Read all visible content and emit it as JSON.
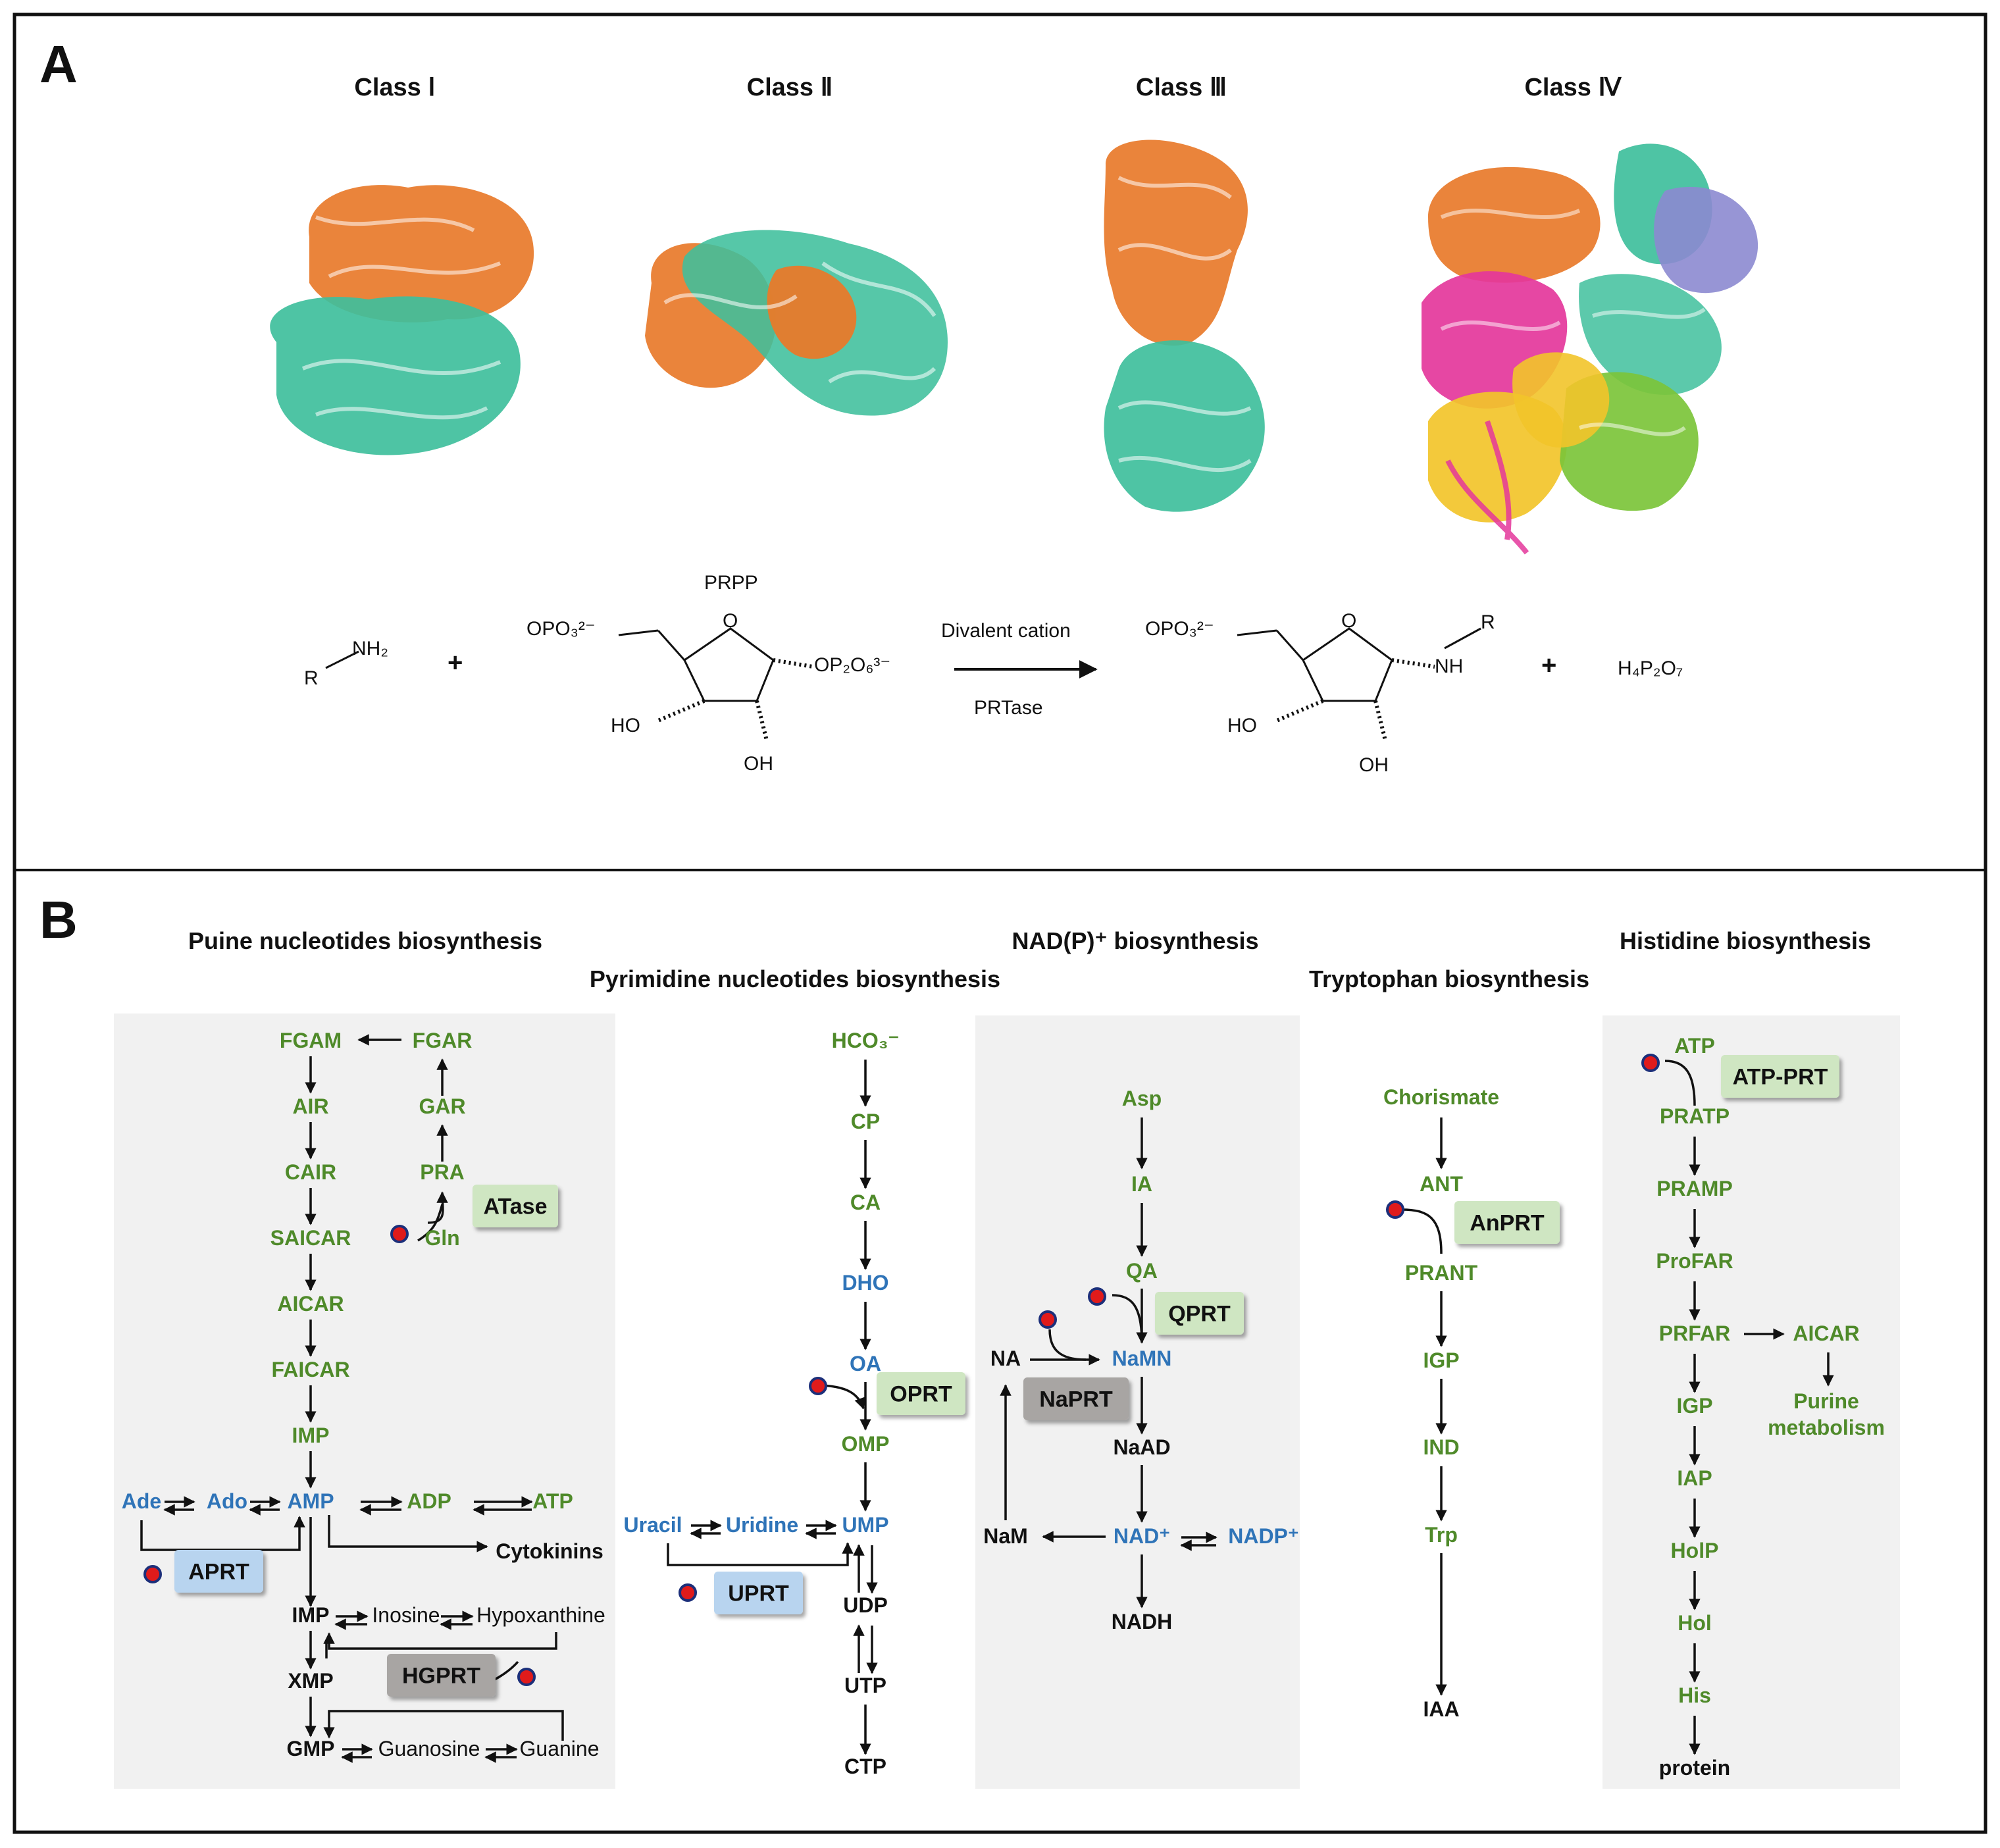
{
  "colors": {
    "green_text": "#4f8a2a",
    "blue_text": "#2f74b8",
    "dark_text": "#111111",
    "enzyme_green": "#cfe6c2",
    "enzyme_blue": "#b8d4ef",
    "enzyme_gray": "#a8a5a3",
    "panel_bg": "#f1f1f1",
    "ligand_dot": "#e01b1b",
    "protein_orange": "#e87a2a",
    "protein_teal": "#3fbf9c",
    "protein_magenta": "#e4379b",
    "protein_violet": "#8c8ad0",
    "protein_yellow": "#f2c42a",
    "protein_lime": "#7cc43a"
  },
  "panel_a": {
    "label": "A",
    "classes": [
      "Class Ⅰ",
      "Class Ⅱ",
      "Class Ⅲ",
      "Class Ⅳ"
    ],
    "reaction": {
      "amine_R": "R",
      "amine_NH2": "NH₂",
      "plus1": "+",
      "prpp_label": "PRPP",
      "opo3_1": "OPO₃²⁻",
      "ring_O_1": "O",
      "op2o6": "OP₂O₆³⁻",
      "ho_1": "HO",
      "oh_1": "OH",
      "cond_top": "Divalent cation",
      "cond_bottom": "PRTase",
      "opo3_2": "OPO₃²⁻",
      "ring_O_2": "O",
      "r2": "R",
      "nh": "NH",
      "ho_2": "HO",
      "oh_2": "OH",
      "plus2": "+",
      "pyrophosphate": "H₄P₂O₇"
    }
  },
  "panel_b": {
    "label": "B",
    "titles": {
      "purine": "Puine nucleotides biosynthesis",
      "pyrimidine": "Pyrimidine nucleotides biosynthesis",
      "nad": "NAD(P)⁺ biosynthesis",
      "tryptophan": "Tryptophan biosynthesis",
      "histidine": "Histidine biosynthesis"
    },
    "purine": {
      "fgam": "FGAM",
      "fgar": "FGAR",
      "air": "AIR",
      "gar": "GAR",
      "cair": "CAIR",
      "pra": "PRA",
      "gln": "Gln",
      "atase": "ATase",
      "saicar": "SAICAR",
      "aicar": "AICAR",
      "faicar": "FAICAR",
      "imp1": "IMP",
      "ade": "Ade",
      "ado": "Ado",
      "amp": "AMP",
      "adp": "ADP",
      "atp": "ATP",
      "cytokinins": "Cytokinins",
      "aprt": "APRT",
      "imp2": "IMP",
      "inosine": "Inosine",
      "hypoxanthine": "Hypoxanthine",
      "xmp": "XMP",
      "hgprt": "HGPRT",
      "gmp": "GMP",
      "guanosine": "Guanosine",
      "guanine": "Guanine"
    },
    "pyrimidine": {
      "hco3": "HCO₃⁻",
      "cp": "CP",
      "ca": "CA",
      "dho": "DHO",
      "oa": "OA",
      "oprt": "OPRT",
      "omp": "OMP",
      "uracil": "Uracil",
      "uridine": "Uridine",
      "ump": "UMP",
      "uprt": "UPRT",
      "udp": "UDP",
      "utp": "UTP",
      "ctp": "CTP"
    },
    "nad": {
      "asp": "Asp",
      "ia": "IA",
      "qa": "QA",
      "qprt": "QPRT",
      "na": "NA",
      "namn": "NaMN",
      "naprt": "NaPRT",
      "naad": "NaAD",
      "nam": "NaM",
      "nad_plus": "NAD⁺",
      "nadp_plus": "NADP⁺",
      "nadh": "NADH"
    },
    "tryptophan": {
      "chorismate": "Chorismate",
      "ant": "ANT",
      "anprt": "AnPRT",
      "prant": "PRANT",
      "igp": "IGP",
      "ind": "IND",
      "trp": "Trp",
      "iaa": "IAA"
    },
    "histidine": {
      "atp": "ATP",
      "atp_prt": "ATP-PRT",
      "pratp": "PRATP",
      "pramp": "PRAMP",
      "profar": "ProFAR",
      "prfar": "PRFAR",
      "aicar": "AICAR",
      "purine_1": "Purine",
      "purine_2": "metabolism",
      "igp": "IGP",
      "iap": "IAP",
      "holp": "HolP",
      "hol": "Hol",
      "his": "His",
      "protein": "protein"
    }
  }
}
